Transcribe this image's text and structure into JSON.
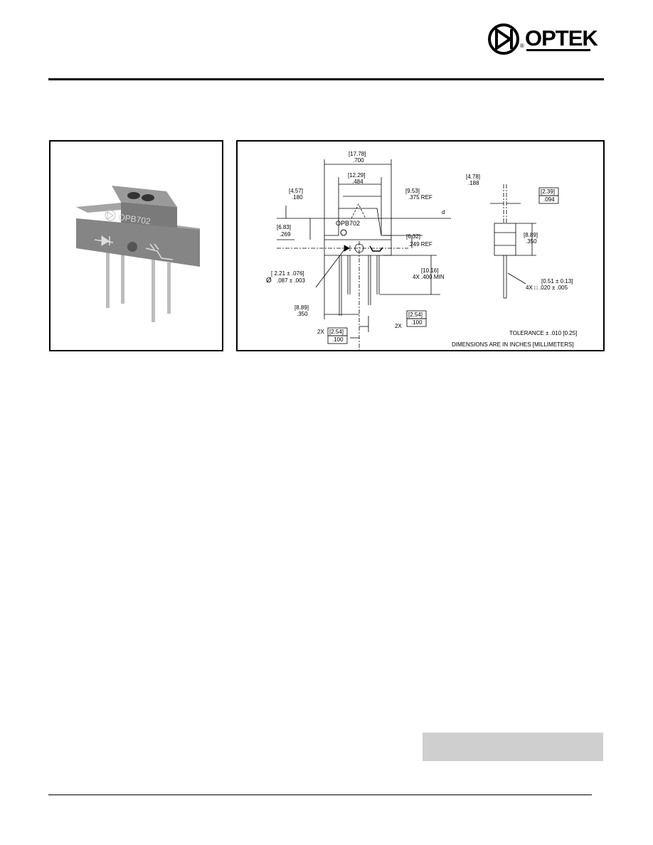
{
  "header": {
    "brand": "OPTEK",
    "registered_mark": "®"
  },
  "photo": {
    "part_marking": "OPB702"
  },
  "drawing": {
    "part_marking": "OPB702",
    "dims": {
      "overall_width_mm": "[17.78]",
      "overall_width_in": ".700",
      "inner_width_mm": "[12.29]",
      "inner_width_in": ".484",
      "step_height_mm": "[4.57]",
      "step_height_in": ".180",
      "ref_375_mm": "[9.53]",
      "ref_375_in": ".375 REF",
      "d_label": "d",
      "body_height_mm": "[6.83]",
      "body_height_in": ".269",
      "ref_249_mm": "[6.32]",
      "ref_249_in": ".249 REF",
      "hole_mm": "[ 2.21 ± .076]",
      "hole_in": ".087 ± .003",
      "hole_symbol": "Ø",
      "lead_len_mm": "[10.16]",
      "lead_len_in": "4X  .400 MIN",
      "pin_offset_mm": "[8.89]",
      "pin_offset_in": ".350",
      "pitch_a_mm": "[2.54]",
      "pitch_a_in": ".100",
      "pitch_a_count": "2X",
      "pitch_b_mm": "[2.54]",
      "pitch_b_in": ".100",
      "pitch_b_count": "2X",
      "side_top_mm": "[4.78]",
      "side_top_in": ".188",
      "side_right_mm": "[2.39]",
      "side_right_in": ".094",
      "side_body_mm": "[8.89]",
      "side_body_in": ".350",
      "pin_sq_mm": "[0.51 ± 0.13]",
      "pin_sq_in": "4X □ .020 ± .005"
    },
    "notes": {
      "tolerance": "TOLERANCE ± .010 [0.25]",
      "units": "DIMENSIONS ARE IN INCHES [MILLIMETERS]"
    }
  },
  "colors": {
    "rule": "#000000",
    "gray_box": "#cfcfcf",
    "part_body": "#8a8a8a"
  }
}
